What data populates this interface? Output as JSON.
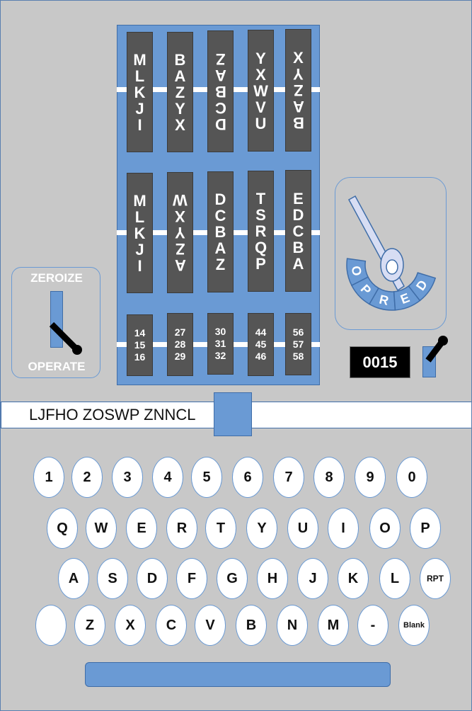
{
  "rotors_top": [
    {
      "text": [
        "M",
        "L",
        "K",
        "J",
        "I"
      ],
      "inverted": [
        false,
        false,
        false,
        false,
        false
      ]
    },
    {
      "text": [
        "B",
        "A",
        "Z",
        "Y",
        "X"
      ],
      "inverted": [
        false,
        false,
        false,
        false,
        false
      ]
    },
    {
      "text": [
        "Z",
        "A",
        "B",
        "C",
        "D"
      ],
      "inverted": [
        true,
        true,
        true,
        true,
        true
      ]
    },
    {
      "text": [
        "Y",
        "X",
        "W",
        "V",
        "U"
      ],
      "inverted": [
        false,
        false,
        false,
        false,
        false
      ]
    },
    {
      "text": [
        "X",
        "Y",
        "Z",
        "A",
        "B"
      ],
      "inverted": [
        false,
        true,
        true,
        true,
        true
      ]
    }
  ],
  "rotors_mid": [
    {
      "text": [
        "M",
        "L",
        "K",
        "J",
        "I"
      ],
      "inverted": [
        false,
        false,
        false,
        false,
        false
      ]
    },
    {
      "text": [
        "W",
        "X",
        "Y",
        "Z",
        "A"
      ],
      "inverted": [
        true,
        true,
        true,
        true,
        true
      ]
    },
    {
      "text": [
        "D",
        "C",
        "B",
        "A",
        "Z"
      ],
      "inverted": [
        false,
        false,
        false,
        false,
        false
      ]
    },
    {
      "text": [
        "T",
        "S",
        "R",
        "Q",
        "P"
      ],
      "inverted": [
        false,
        false,
        false,
        false,
        false
      ]
    },
    {
      "text": [
        "E",
        "D",
        "C",
        "B",
        "A"
      ],
      "inverted": [
        false,
        false,
        false,
        false,
        false
      ]
    }
  ],
  "rotors_bottom": [
    {
      "text": [
        "14",
        "15",
        "16"
      ]
    },
    {
      "text": [
        "27",
        "28",
        "29"
      ]
    },
    {
      "text": [
        "30",
        "31",
        "32"
      ]
    },
    {
      "text": [
        "44",
        "45",
        "46"
      ]
    },
    {
      "text": [
        "56",
        "57",
        "58"
      ]
    }
  ],
  "zeroize_switch": {
    "top_label": "ZEROIZE",
    "bottom_label": "OPERATE"
  },
  "mode_selector": {
    "letters": [
      "O",
      "P",
      "R",
      "E",
      "D"
    ],
    "pointer_icon": "dial-pointer-icon"
  },
  "counter": {
    "value": "0015"
  },
  "tape": {
    "text": "LJFHO ZOSWP ZNNCL"
  },
  "keyboard": {
    "row1": [
      "1",
      "2",
      "3",
      "4",
      "5",
      "6",
      "7",
      "8",
      "9",
      "0"
    ],
    "row2": [
      "Q",
      "W",
      "E",
      "R",
      "T",
      "Y",
      "U",
      "I",
      "O",
      "P"
    ],
    "row3": [
      "A",
      "S",
      "D",
      "F",
      "G",
      "H",
      "J",
      "K",
      "L",
      "RPT"
    ],
    "row4": [
      "",
      "Z",
      "X",
      "C",
      "V",
      "B",
      "N",
      "M",
      "-",
      "Blank"
    ]
  },
  "colors": {
    "accent": "#6a9ad4",
    "body": "#c8c8c8",
    "rotor": "#555555",
    "counter": "#000000"
  }
}
